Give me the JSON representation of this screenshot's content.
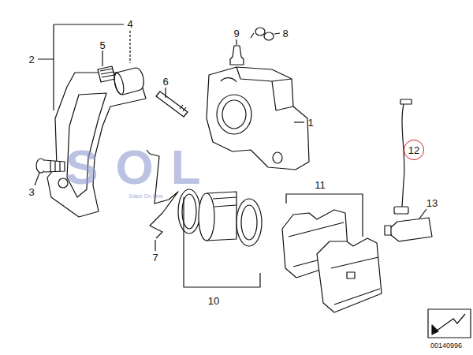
{
  "diagram": {
    "nodes": [
      {
        "text": [
          "12"
        ]
      }
    ],
    "labels": [
      "4",
      "2",
      "5",
      "9",
      "8",
      "6",
      "1",
      "SOL",
      "Sales On Line",
      "3",
      "11",
      "13",
      "7",
      "10",
      "00140996"
    ]
  }
}
